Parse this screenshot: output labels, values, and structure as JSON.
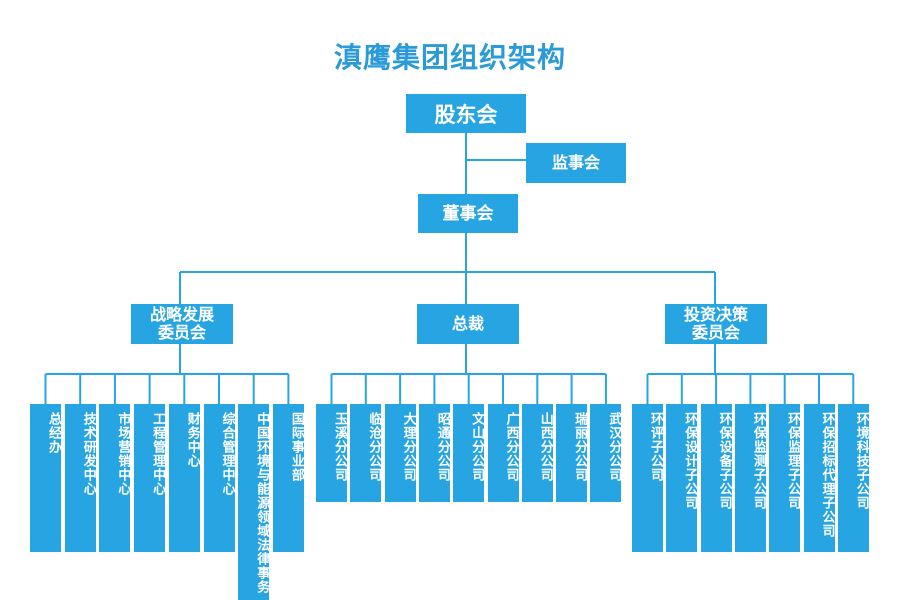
{
  "title": "滇鹰集团组织架构",
  "colors": {
    "box": "#27a5e2",
    "line": "#27a5e2",
    "title": "#2a9ad8"
  },
  "nodes": {
    "shareholders": "股东会",
    "supervisors": "监事会",
    "board": "董事会",
    "strategy_committee": "战略发展\n委员会",
    "president": "总裁",
    "investment_committee": "投资决策\n委员会"
  },
  "strategy_units": [
    "总经办",
    "技术研发中心",
    "市场营销中心",
    "工程管理中心",
    "财务中心",
    "综合管理中心",
    "中国环境与能源领域法律事务",
    "国际事业部"
  ],
  "branches": [
    "玉溪分公司",
    "临沧分公司",
    "大理分公司",
    "昭通分公司",
    "文山分公司",
    "广西分公司",
    "山西分公司",
    "瑞丽分公司",
    "武汉分公司"
  ],
  "subsidiaries": [
    "环评子公司",
    "环保设计子公司",
    "环保设备子公司",
    "环保监测子公司",
    "环保监理子公司",
    "环保招标代理子公司",
    "环境科技子公司"
  ]
}
